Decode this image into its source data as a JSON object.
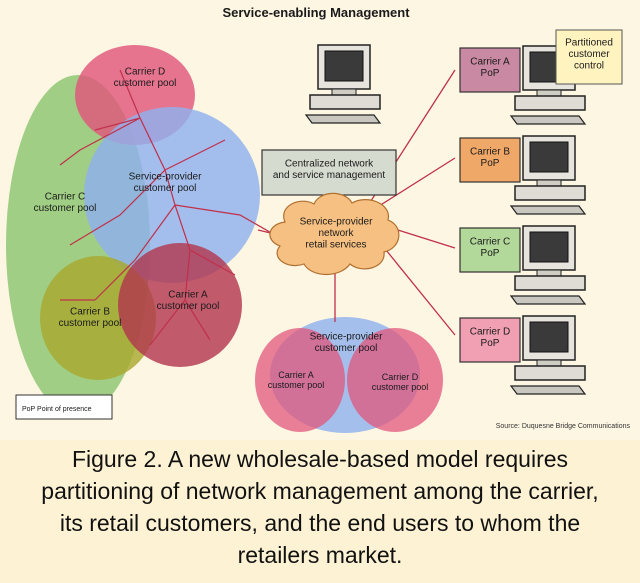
{
  "title": "Service-enabling Management",
  "pools": {
    "carrier_d": "Carrier D\ncustomer pool",
    "carrier_c": "Carrier C\ncustomer pool",
    "service_provider": "Service-provider\ncustomer pool",
    "carrier_b": "Carrier B\ncustomer pool",
    "carrier_a": "Carrier A\ncustomer pool",
    "bottom_sp": "Service-provider\ncustomer pool",
    "bottom_a": "Carrier A\ncustomer pool",
    "bottom_d": "Carrier D\ncustomer pool"
  },
  "central_box": "Centralized network\nand service management",
  "cloud": "Service-provider\nnetwork\nretail services",
  "partitioned_note": "Partitioned\ncustomer\ncontrol",
  "pops": [
    "Carrier A\nPoP",
    "Carrier B\nPoP",
    "Carrier C\nPoP",
    "Carrier D\nPoP"
  ],
  "legend": "PoP   Point of presence",
  "source": "Source: Duquesne Bridge Communications",
  "caption": [
    "Figure 2. A new wholesale-based model requires",
    "partitioning of network management among the carrier,",
    "its retail customers, and the end users to whom the",
    "retailers market."
  ],
  "colors": {
    "pink": "#e0577c",
    "green": "#88c46c",
    "blue": "#8fb1ee",
    "maroon": "#b2344e",
    "olive": "#a8a82f",
    "box_gray": "#d6dbcf",
    "cloud_orange": "#f5c081",
    "pop_pink": "#c989a2",
    "pop_orange": "#f0a868",
    "pop_green": "#b2d89a",
    "pop_pink_d": "#f0a0b2",
    "note_yellow": "#fff3c0",
    "link_red": "#c0304a"
  }
}
